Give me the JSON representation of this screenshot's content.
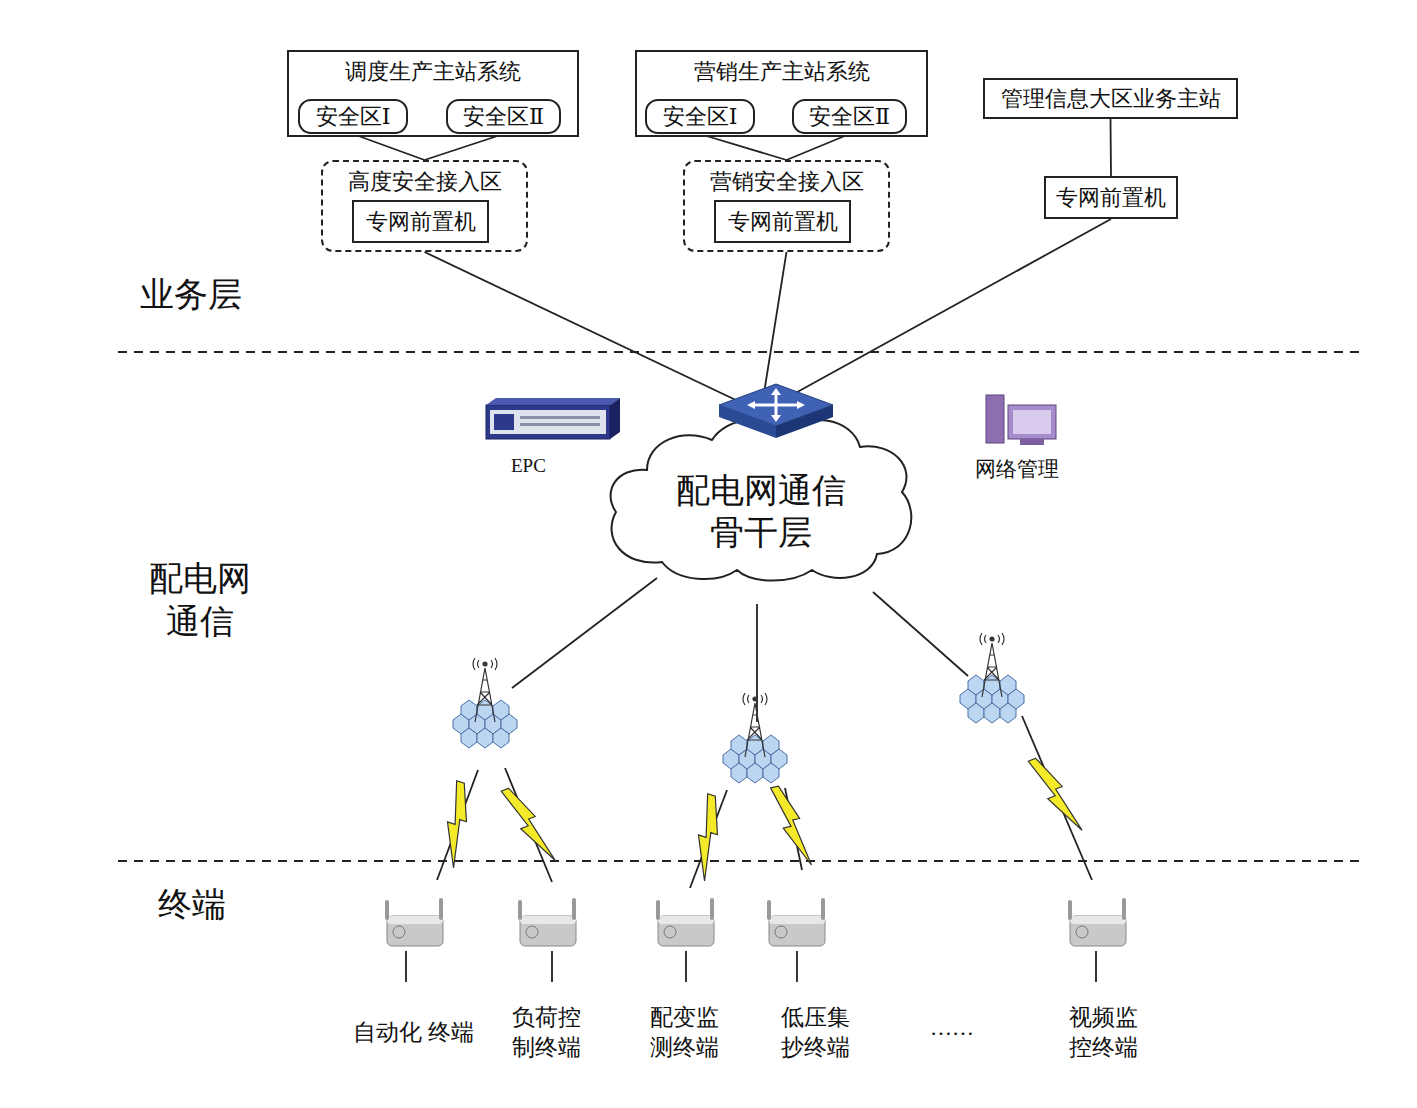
{
  "diagram": {
    "nodes": [
      {
        "text": [
          "调度生产主站系统"
        ]
      },
      {
        "text": [
          "安全区Ⅰ"
        ],
        "in": 0
      },
      {
        "text": [
          "安全区Ⅱ"
        ],
        "in": 0
      },
      {
        "text": [
          "营销生产主站系统"
        ]
      },
      {
        "text": [
          "安全区Ⅰ"
        ],
        "in": 3
      },
      {
        "text": [
          "安全区Ⅱ"
        ],
        "in": 3
      },
      {
        "text": [
          "管理信息大区业务主站"
        ]
      },
      {
        "text": [
          "高度安全接入区"
        ]
      },
      {
        "text": [
          "专网前置机"
        ],
        "in": 7
      },
      {
        "text": [
          "营销安全接入区"
        ]
      },
      {
        "text": [
          "专网前置机"
        ],
        "in": 9
      },
      {
        "text": [
          "专网前置机"
        ]
      },
      {
        "text": [
          "配电网通信 骨干层"
        ]
      },
      {
        "text": [
          "自动化 终端"
        ]
      },
      {
        "text": [
          "负荷控 制终端"
        ]
      },
      {
        "text": [
          "配变监 测终端"
        ]
      },
      {
        "text": [
          "低压集 抄终端"
        ]
      },
      {
        "text": [
          "视频监 控终端"
        ]
      }
    ],
    "edges": [
      {
        "from": 1,
        "to": 7,
        "arrow": "none"
      },
      {
        "from": 2,
        "to": 7,
        "arrow": "none"
      },
      {
        "from": 4,
        "to": 9,
        "arrow": "none"
      },
      {
        "from": 5,
        "to": 9,
        "arrow": "none"
      },
      {
        "from": 6,
        "to": 11,
        "arrow": "none"
      },
      {
        "from": 7,
        "to": 12,
        "arrow": "none"
      },
      {
        "from": 9,
        "to": 12,
        "arrow": "none"
      },
      {
        "from": 11,
        "to": 12,
        "arrow": "none"
      }
    ],
    "labels": [
      "业务层",
      "配电网 通信",
      "终端",
      "EPC",
      "网络管理",
      "……"
    ]
  }
}
